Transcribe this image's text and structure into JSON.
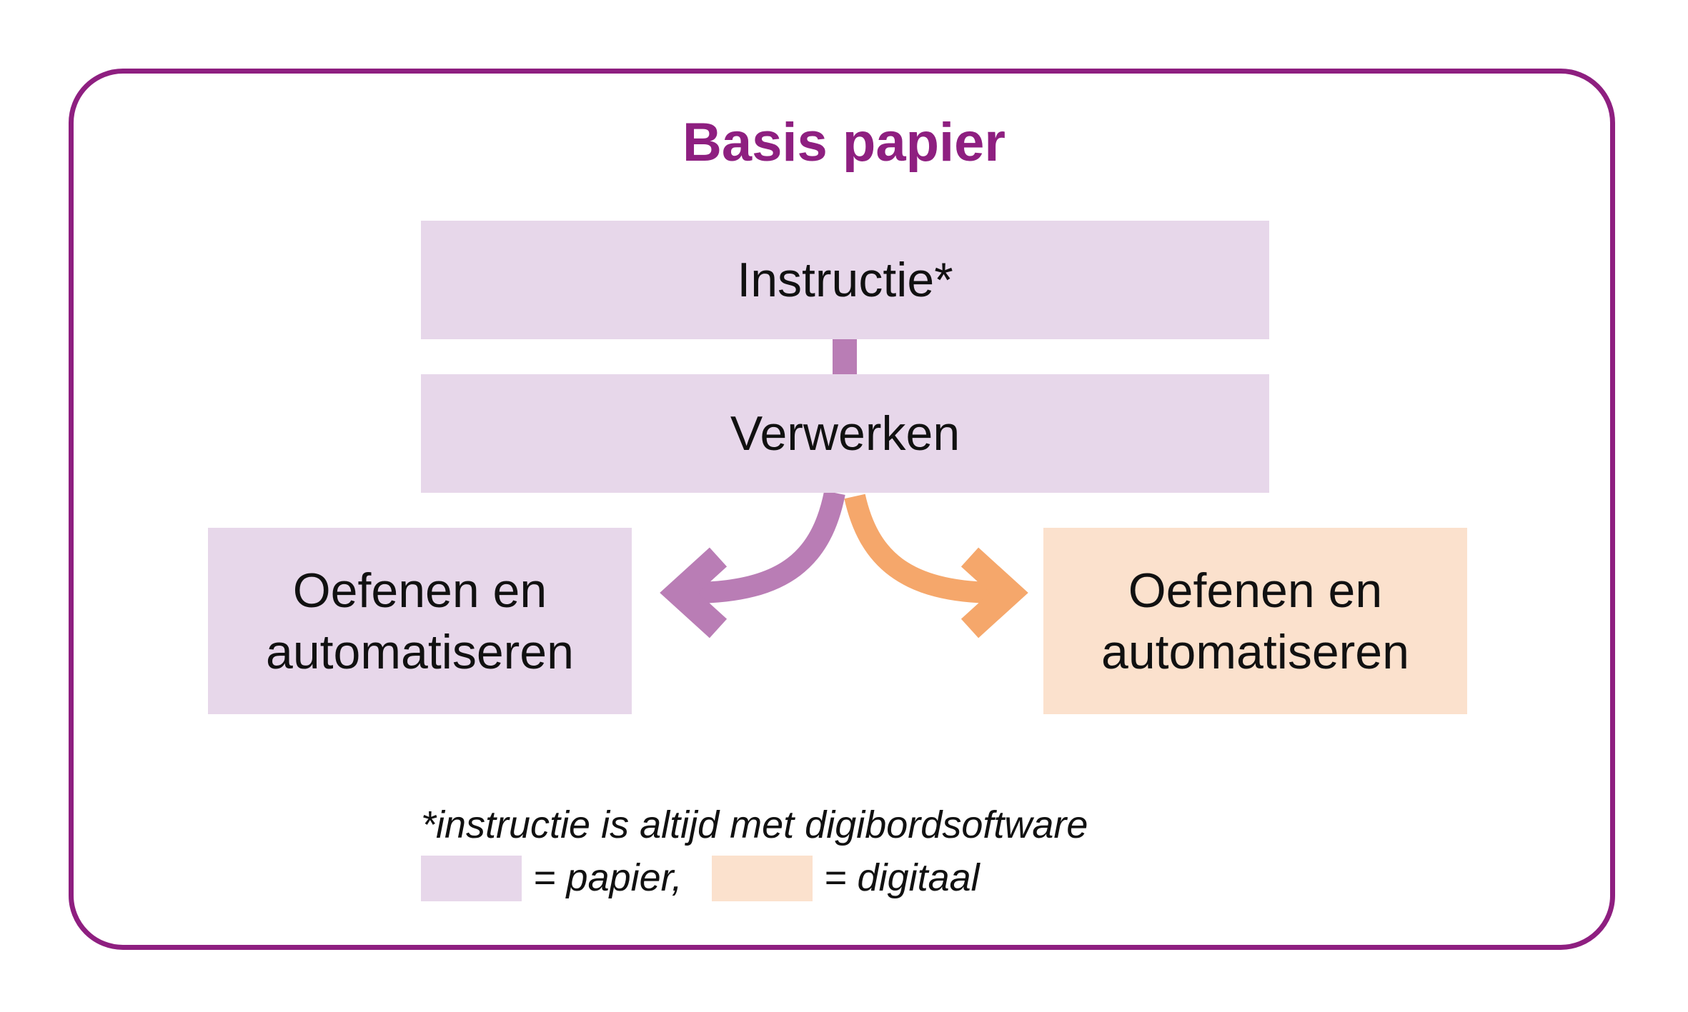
{
  "title": "Basis papier",
  "boxes": {
    "instructie": "Instructie*",
    "verwerken": "Verwerken",
    "left": "Oefenen en\nautomatiseren",
    "right": "Oefenen en\nautomatiseren"
  },
  "footnote": "*instructie is altijd met digibordsoftware",
  "legend": {
    "paper_label": "= papier,",
    "digital_label": "= digitaal"
  },
  "colors": {
    "frame": "#8e1f80",
    "paper": "#e7d7ea",
    "digital": "#fbe1cd",
    "paper_arrow": "#b97db5",
    "digital_arrow": "#f5a76b"
  }
}
